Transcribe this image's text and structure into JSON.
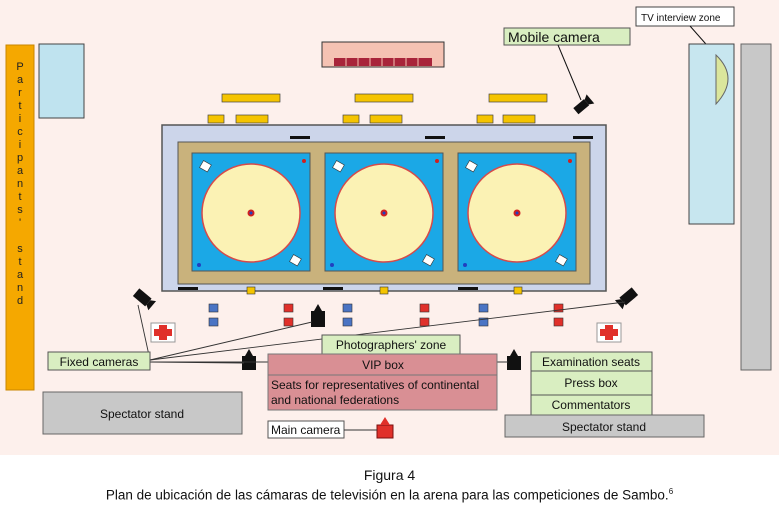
{
  "labels": {
    "participants_stand": "Participants' stand",
    "mobile_camera": "Mobile camera",
    "tv_interview_zone": "TV interview zone",
    "fixed_cameras": "Fixed cameras",
    "photographers_zone": "Photographers' zone",
    "vip_box": "VIP box",
    "seats_federations": "Seats for representatives of continental and national federations",
    "examination_seats": "Examination seats",
    "press_box": "Press box",
    "commentators": "Commentators",
    "spectator_stand_left": "Spectator stand",
    "spectator_stand_right": "Spectator stand",
    "main_camera": "Main camera"
  },
  "caption": {
    "figure": "Figura 4",
    "text": "Plan de ubicación de las cámaras de televisión en la arena para las competiciones de Sambo.",
    "footnote": "6"
  },
  "colors": {
    "arena_bg": "#fdf0ec",
    "platform": "#ccd5ea",
    "mat_frame": "#c9b27c",
    "mat_blue": "#1ba8e6",
    "mat_circle": "#fbf2b4",
    "stand_orange": "#f5a800",
    "label_green": "#d9eec1",
    "vip_pink": "#d98f94",
    "spectator_gray": "#c8c8c8",
    "interview_blue": "#c7e6ef"
  }
}
